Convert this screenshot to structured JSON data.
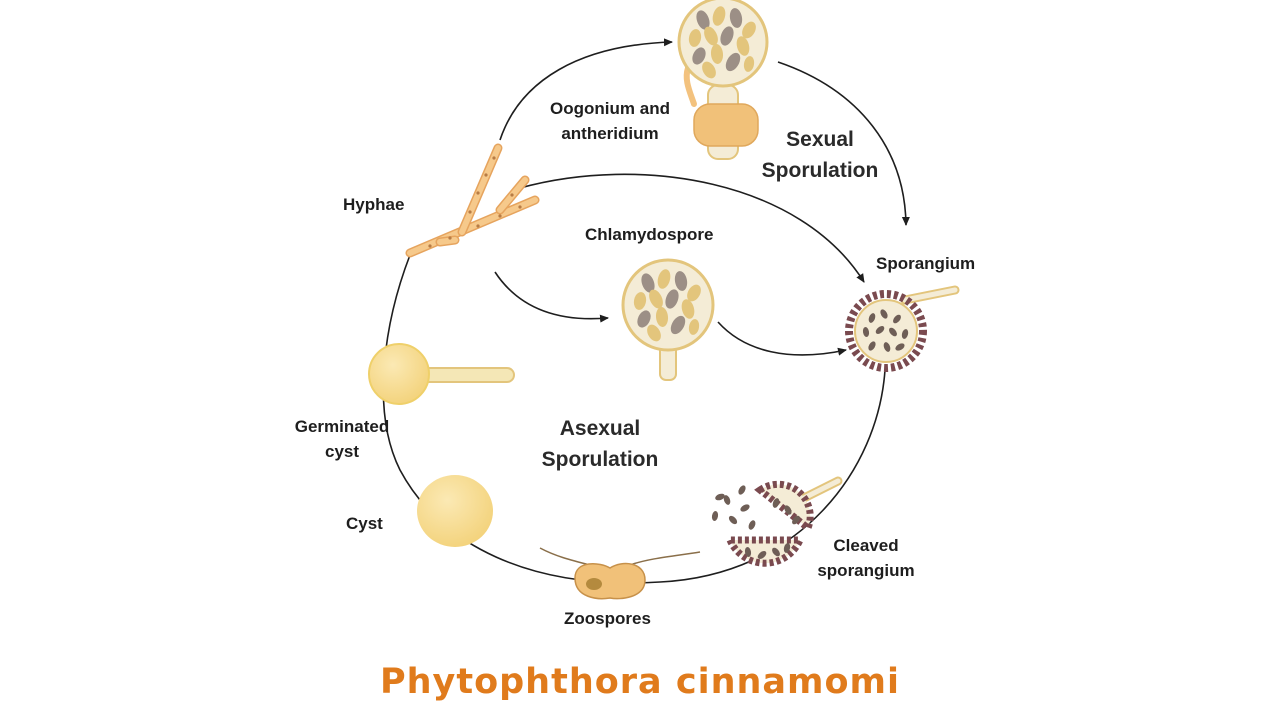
{
  "labels": {
    "oogonium": "Oogonium and\nantheridium",
    "sexual": "Sexual\nSporulation",
    "hyphae": "Hyphae",
    "chlamydospore": "Chlamydospore",
    "sporangium": "Sporangium",
    "germinated_cyst": "Germinated\ncyst",
    "asexual": "Asexual\nSporulation",
    "cyst": "Cyst",
    "cleaved_sporangium": "Cleaved\nsporangium",
    "zoospores": "Zoospores"
  },
  "title": "Phytophthora cinnamomi",
  "colors": {
    "title": "#e07b1c",
    "hypha_fill": "#f6c98b",
    "hypha_outline": "#e6a45e",
    "spore_wall": "#f4ecd6",
    "oospore_tan": "#e3c57c",
    "oospore_grey": "#9c8f86",
    "cyst_yellow": "#f8dd8c",
    "sporangium_rim": "#7a4a4f",
    "arrow": "#1e1e1e"
  },
  "icons": [
    "arrow-icon",
    "oogonium-icon",
    "hyphae-icon",
    "chlamydospore-icon",
    "sporangium-icon",
    "germinated-cyst-icon",
    "cyst-icon",
    "zoospore-icon",
    "cleaved-sporangium-icon"
  ]
}
